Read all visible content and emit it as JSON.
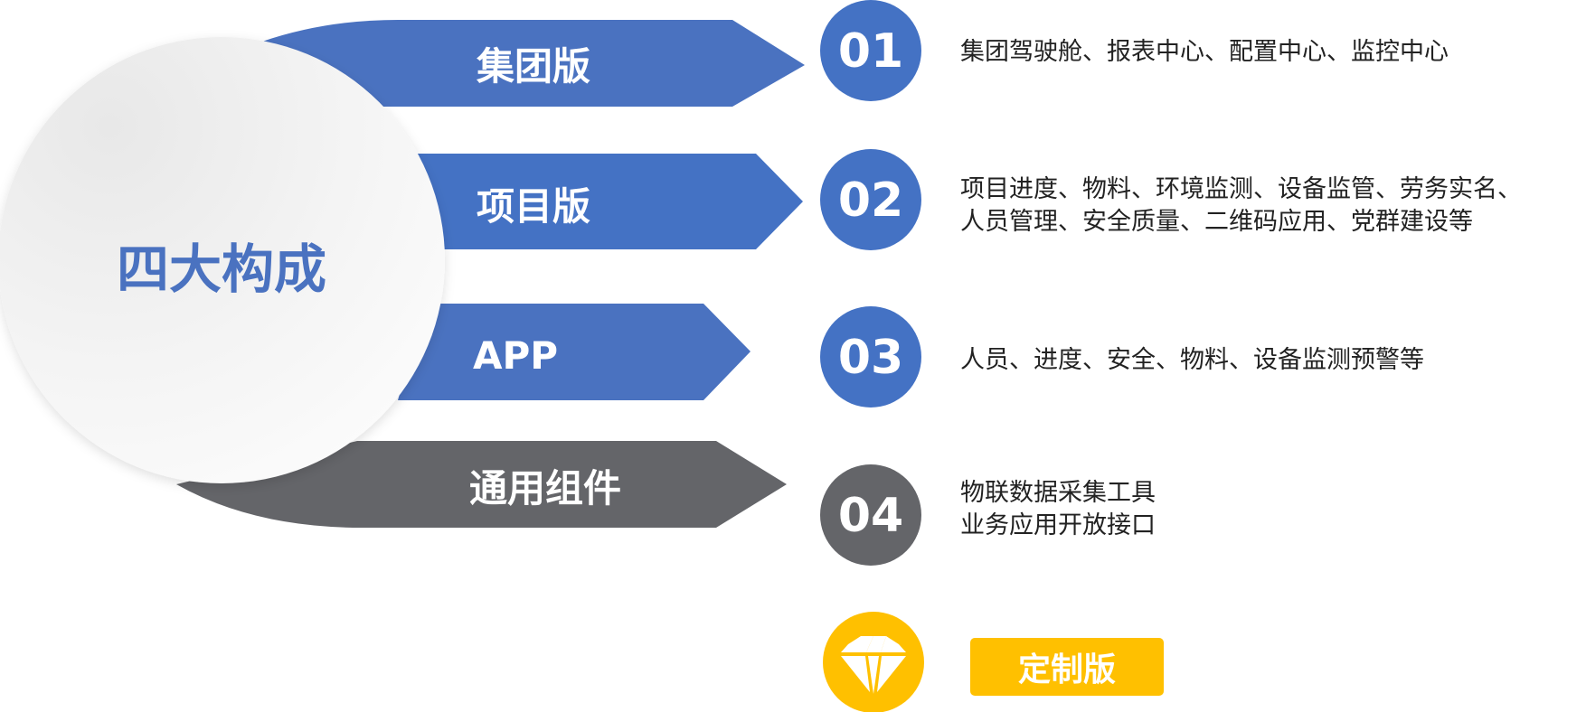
{
  "center": {
    "title": "四大构成"
  },
  "items": [
    {
      "id": "group",
      "label": "集团版",
      "number": "01",
      "desc_lines": [
        "集团驾驶舱、报表中心、配置中心、监控中心"
      ]
    },
    {
      "id": "project",
      "label": "项目版",
      "number": "02",
      "desc_lines": [
        "项目进度、物料、环境监测、设备监管、劳务实名、",
        "人员管理、安全质量、二维码应用、党群建设等"
      ]
    },
    {
      "id": "app",
      "label": "APP",
      "number": "03",
      "desc_lines": [
        "人员、进度、安全、物料、设备监测预警等"
      ]
    },
    {
      "id": "common",
      "label": "通用组件",
      "number": "04",
      "desc_lines": [
        "物联数据采集工具",
        "业务应用开放接口"
      ]
    }
  ],
  "custom": {
    "label": "定制版",
    "icon": "diamond-icon"
  },
  "colors": {
    "blue": "#4A72C0",
    "blue_alt": "#4472C4",
    "gray": "#646569",
    "yellow": "#FFC000",
    "center_text": "#4A72C0"
  }
}
